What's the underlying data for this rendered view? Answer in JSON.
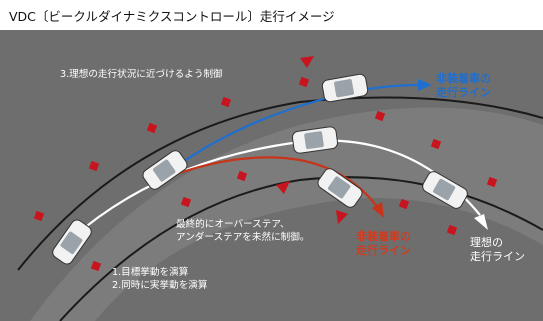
{
  "title": "VDC〔ビークルダイナミクスコントロール〕走行イメージ",
  "labels": {
    "ideal_control": "3.理想の走行状況に近づけるよう制御",
    "vdc_line_1": "非装着車の",
    "vdc_line_2": "走行ライン",
    "non_vdc_line_1": "非装着車の",
    "non_vdc_line_2": "走行ライン",
    "ideal_line_1": "理想の",
    "ideal_line_2": "走行ライン",
    "prevent_1": "最終的にオーバーステア、",
    "prevent_2": "アンダーステアを未然に制御。",
    "step_1": "1.目標挙動を演算",
    "step_2": "2.同時に実挙動を演算"
  },
  "colors": {
    "background": "#6e6e6e",
    "road": "#8a8a8a",
    "blue_line": "#1f6fd0",
    "red_line": "#c8341a",
    "ideal_line": "#ffffff",
    "cone": "#c8141e"
  }
}
